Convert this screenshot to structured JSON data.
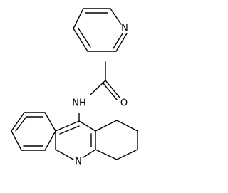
{
  "molecule": {
    "labels": {
      "pyridine_n": "N",
      "carbonyl_o": "O",
      "amide_nh": "NH",
      "acridine_n": "N"
    }
  }
}
